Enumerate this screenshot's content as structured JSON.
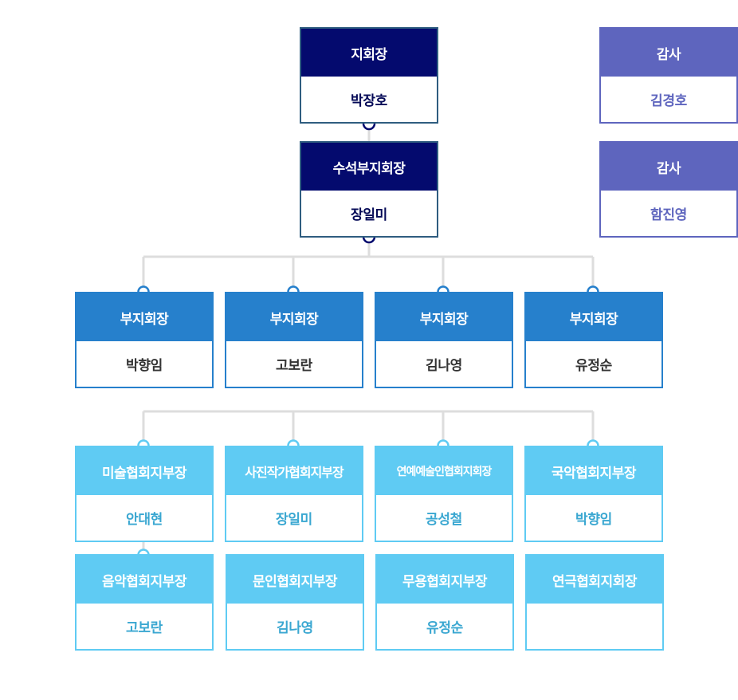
{
  "chairman": {
    "title": "지회장",
    "name": "박장호"
  },
  "senior_vice": {
    "title": "수석부지회장",
    "name": "장일미"
  },
  "auditors": [
    {
      "title": "감사",
      "name": "김경호"
    },
    {
      "title": "감사",
      "name": "함진영"
    }
  ],
  "vice_chairs": [
    {
      "title": "부지회장",
      "name": "박향임"
    },
    {
      "title": "부지회장",
      "name": "고보란"
    },
    {
      "title": "부지회장",
      "name": "김나영"
    },
    {
      "title": "부지회장",
      "name": "유정순"
    }
  ],
  "branch_heads_row1": [
    {
      "title": "미술협회지부장",
      "name": "안대현"
    },
    {
      "title": "사진작가협회지부장",
      "name": "장일미"
    },
    {
      "title": "연예예술인협회지회장",
      "name": "공성철"
    },
    {
      "title": "국악협회지부장",
      "name": "박향임"
    }
  ],
  "branch_heads_row2": [
    {
      "title": "음악협회지부장",
      "name": "고보란"
    },
    {
      "title": "문인협회지부장",
      "name": "김나영"
    },
    {
      "title": "무용협회지부장",
      "name": "유정순"
    },
    {
      "title": "연극협회지회장",
      "name": ""
    }
  ],
  "colors": {
    "top": "#040a6e",
    "audit": "#5e65be",
    "vice": "#2680cc",
    "branch": "#5fcbf3",
    "line": "#dddddd"
  }
}
